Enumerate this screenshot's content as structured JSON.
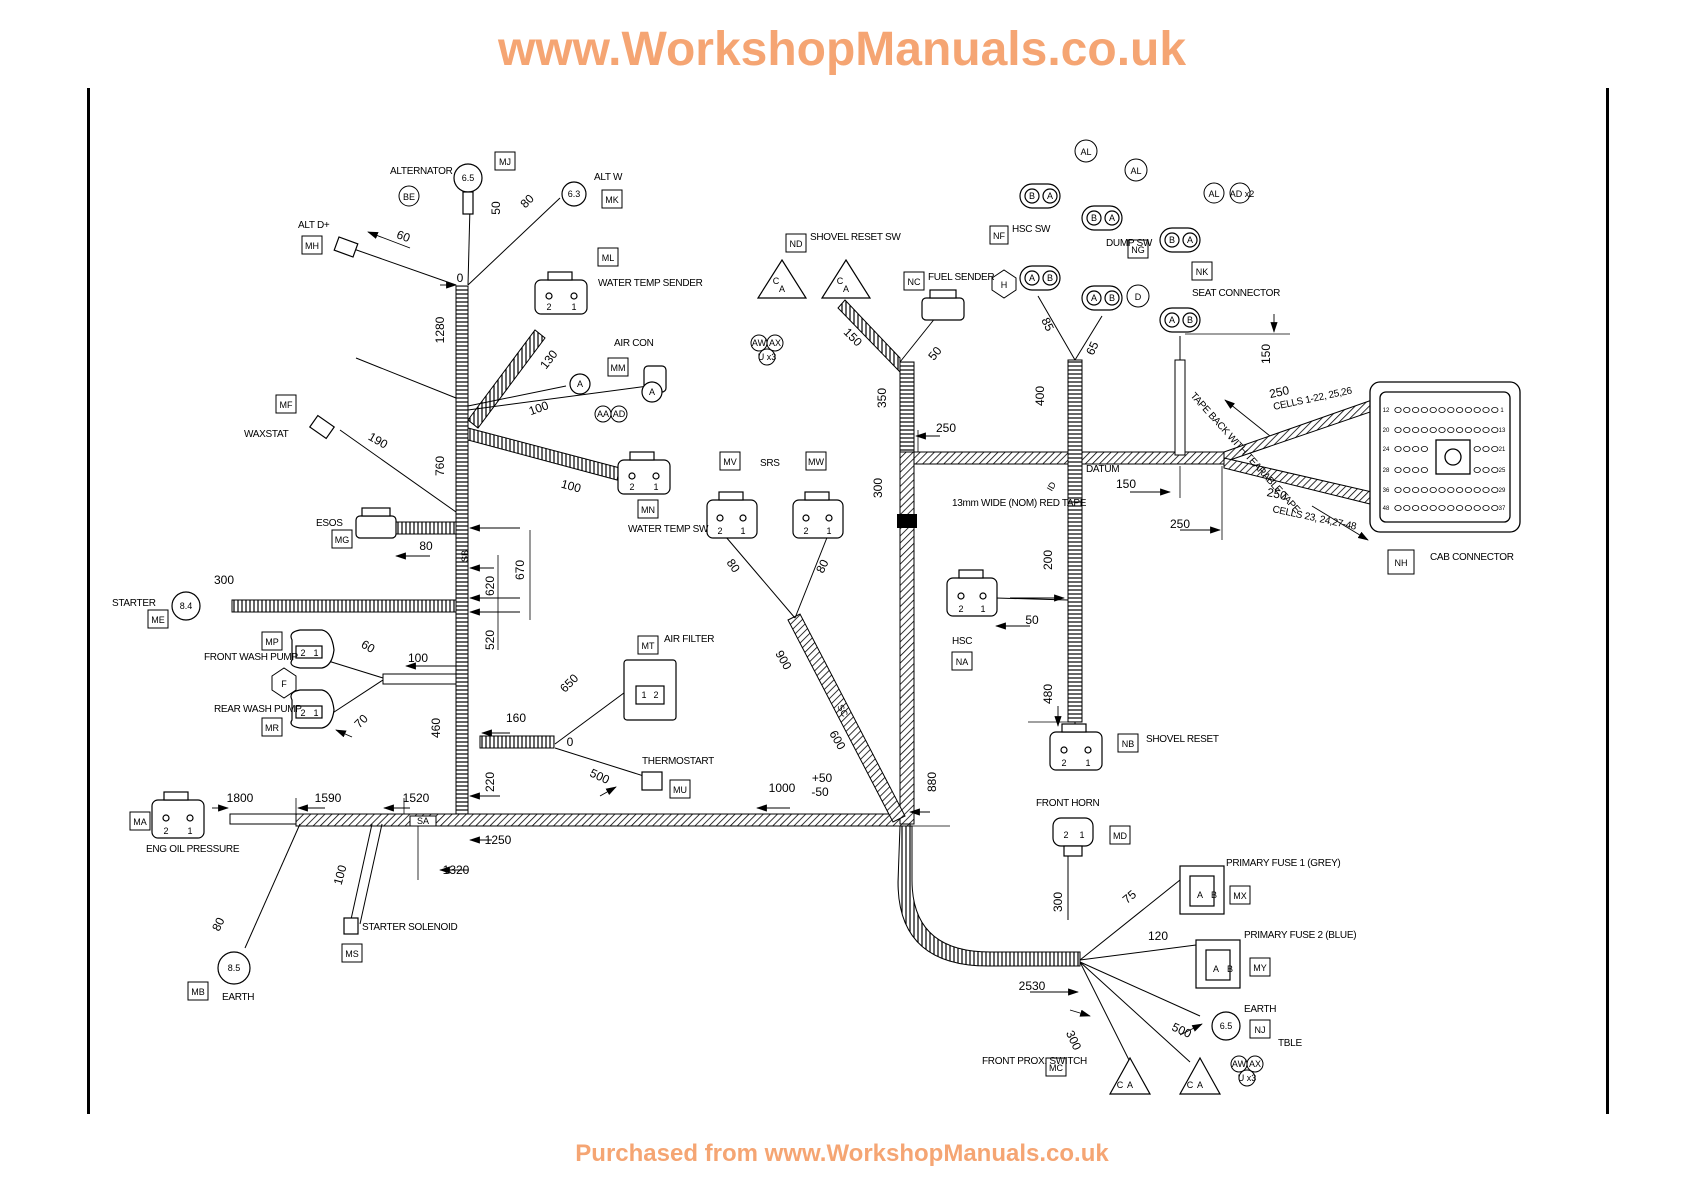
{
  "watermark": {
    "top": "www.WorkshopManuals.co.uk",
    "bottom": "Purchased from www.WorkshopManuals.co.uk",
    "color": "#f5a573"
  },
  "components": {
    "alternator": "ALTERNATOR",
    "alt_w": "ALT W",
    "alt_d": "ALT D+",
    "water_temp_sender": "WATER TEMP SENDER",
    "air_con": "AIR CON",
    "waxstat": "WAXSTAT",
    "esos": "ESOS",
    "water_temp_sw": "WATER TEMP SW",
    "starter": "STARTER",
    "front_wash_pump": "FRONT WASH PUMP",
    "rear_wash_pump": "REAR WASH PUMP",
    "air_filter": "AIR FILTER",
    "thermostart": "THERMOSTART",
    "eng_oil_pressure": "ENG OIL PRESSURE",
    "starter_solenoid": "STARTER SOLENOID",
    "earth": "EARTH",
    "shovel_reset_sw": "SHOVEL RESET SW",
    "fuel_sender": "FUEL SENDER",
    "srs": "SRS",
    "red_tape": "13mm WIDE (NOM) RED TAPE",
    "hsc_sw": "HSC SW",
    "dump_sw": "DUMP SW",
    "seat_connector": "SEAT CONNECTOR",
    "tape_back": "TAPE BACK WITH TEARABLE TAPE",
    "cells_1": "CELLS 1-22, 25,26",
    "cells_2": "CELLS 23, 24,27-48",
    "cab_connector": "CAB CONNECTOR",
    "datum": "DATUM",
    "hsc": "HSC",
    "shovel_reset": "SHOVEL RESET",
    "front_horn": "FRONT HORN",
    "primary_fuse_1": "PRIMARY FUSE 1 (GREY)",
    "primary_fuse_2": "PRIMARY FUSE 2 (BLUE)",
    "earth_nj": "EARTH",
    "tble": "TBLE",
    "front_prox_switch": "FRONT PROX. SWITCH"
  },
  "codes": {
    "mj": "MJ",
    "mk": "MK",
    "mh": "MH",
    "ml": "ML",
    "mm": "MM",
    "mf": "MF",
    "mn": "MN",
    "mg": "MG",
    "me": "ME",
    "mp": "MP",
    "mr": "MR",
    "mt": "MT",
    "mu": "MU",
    "ma": "MA",
    "mb": "MB",
    "ms": "MS",
    "nd": "ND",
    "nc": "NC",
    "mv": "MV",
    "mw": "MW",
    "nf": "NF",
    "ng": "NG",
    "nk": "NK",
    "nh": "NH",
    "na": "NA",
    "nb": "NB",
    "md": "MD",
    "mx": "MX",
    "my": "MY",
    "nj": "NJ",
    "mc": "MC",
    "sa": "SA",
    "sb": "SB",
    "sc": "SC",
    "id": "ID"
  },
  "callouts": {
    "be": "BE",
    "f": "F",
    "h": "H",
    "d": "D",
    "al1": "AL",
    "al2": "AL",
    "al3": "AL",
    "adx2": "AD x2",
    "aa": "AA",
    "ad": "AD",
    "aw1": "AW",
    "ax1": "AX",
    "ux3_1": "U x3",
    "aw2": "AW",
    "ax2": "AX",
    "ux3_2": "U x3"
  },
  "stud_sizes": {
    "alternator": "6.5",
    "alt_w": "6.3",
    "starter": "8.4",
    "earth": "8.5",
    "earth_nj": "6.5"
  },
  "dimensions": {
    "d60": "60",
    "d50": "50",
    "d80": "80",
    "d0": "0",
    "d1280": "1280",
    "d130": "130",
    "d100": "100",
    "d190": "190",
    "d760": "760",
    "d100b": "100",
    "d80b": "80",
    "d620": "620",
    "d670": "670",
    "d300": "300",
    "d520": "520",
    "d60b": "60",
    "d100c": "100",
    "d70": "70",
    "d460": "460",
    "d160": "160",
    "d0b": "0",
    "d650": "650",
    "d500": "500",
    "d220": "220",
    "d1800": "1800",
    "d1590": "1590",
    "d1520": "1520",
    "d1250": "1250",
    "d1320": "1320",
    "d100d": "100",
    "d80c": "80",
    "d1000": "1000",
    "d_plus": "+50",
    "d_minus": "-50",
    "d150": "150",
    "d50b": "50",
    "d350": "350",
    "d300b": "300",
    "d250": "250",
    "d80d": "80",
    "d80e": "80",
    "d900": "900",
    "d600": "600",
    "d880": "880",
    "d85": "85",
    "d65": "65",
    "d400": "400",
    "d150b": "150",
    "d150c": "150",
    "d250b": "250",
    "d250c": "250",
    "d250d": "250",
    "d200": "200",
    "d50c": "50",
    "d480": "480",
    "d300c": "300",
    "d75": "75",
    "d120": "120",
    "d2530": "2530",
    "d500b": "500",
    "d300d": "300"
  },
  "pins": {
    "two": "2",
    "one": "1",
    "a": "A",
    "b": "B",
    "c": "C"
  },
  "cab_numbers": [
    "12",
    "1",
    "20",
    "13",
    "24",
    "21",
    "28",
    "25",
    "36",
    "29",
    "48",
    "37"
  ]
}
